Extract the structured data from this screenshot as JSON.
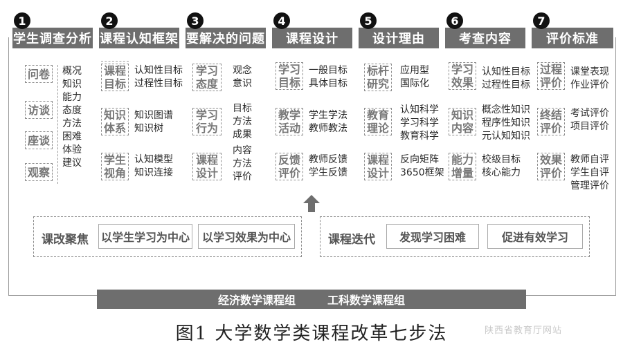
{
  "steps": [
    {
      "num": "1",
      "title": "学生调查分析"
    },
    {
      "num": "2",
      "title": "课程认知框架"
    },
    {
      "num": "3",
      "title": "要解决的问题"
    },
    {
      "num": "4",
      "title": "课程设计"
    },
    {
      "num": "5",
      "title": "设计理由"
    },
    {
      "num": "6",
      "title": "考查内容"
    },
    {
      "num": "7",
      "title": "评价标准"
    }
  ],
  "col1": {
    "boxes": [
      "问卷",
      "访谈",
      "座谈",
      "观察"
    ],
    "items": [
      "概况",
      "知识",
      "能力",
      "态度",
      "方法",
      "困难",
      "体验",
      "建议"
    ]
  },
  "col2": [
    {
      "box": "课程\n目标",
      "lines": [
        "认知性目标",
        "过程性目标"
      ]
    },
    {
      "box": "知识\n体系",
      "lines": [
        "知识图谱",
        "知识树"
      ]
    },
    {
      "box": "学生\n视角",
      "lines": [
        "认知模型",
        "知识连接"
      ]
    }
  ],
  "col3": [
    {
      "box": "学习\n态度",
      "lines": [
        "观念",
        "意识"
      ]
    },
    {
      "box": "学习\n行为",
      "lines": [
        "目标",
        "方法",
        "成果"
      ]
    },
    {
      "box": "课程\n设计",
      "lines": [
        "内容",
        "方法",
        "评价"
      ]
    }
  ],
  "col4": [
    {
      "box": "学习\n目标",
      "lines": [
        "一般目标",
        "具体目标"
      ]
    },
    {
      "box": "教学\n活动",
      "lines": [
        "学生学法",
        "教师教法"
      ]
    },
    {
      "box": "反馈\n评价",
      "lines": [
        "教师反馈",
        "学生反馈"
      ]
    }
  ],
  "col5": [
    {
      "box": "标杆\n研究",
      "lines": [
        "应用型",
        "国际化"
      ]
    },
    {
      "box": "教育\n理论",
      "lines": [
        "认知科学",
        "学习科学",
        "教育科学"
      ]
    },
    {
      "box": "课程\n设计",
      "lines": [
        "反向矩阵",
        "3650框架"
      ]
    }
  ],
  "col6": [
    {
      "box": "学习\n效果",
      "lines": [
        "认知性目标",
        "过程性目标"
      ]
    },
    {
      "box": "知识\n内容",
      "lines": [
        "概念性知识",
        "程序性知识",
        "元认知知识"
      ]
    },
    {
      "box": "能力\n增量",
      "lines": [
        "校级目标",
        "核心能力"
      ]
    }
  ],
  "col7": [
    {
      "box": "过程\n评价",
      "lines": [
        "课堂表现",
        "作业评价"
      ]
    },
    {
      "box": "终结\n评价",
      "lines": [
        "考试评价",
        "项目评价"
      ]
    },
    {
      "box": "效果\n评价",
      "lines": [
        "教师自评",
        "学生自评",
        "管理评价"
      ]
    }
  ],
  "focus": {
    "label": "课改聚焦",
    "items": [
      "以学生学习为中心",
      "以学习效果为中心"
    ]
  },
  "iterate": {
    "label": "课程迭代",
    "items": [
      "发现学习困难",
      "促进有效学习"
    ]
  },
  "groups": [
    "经济数学课程组",
    "工科数学课程组"
  ],
  "caption": "图1  大学数学类课程改革七步法",
  "watermark": "陕西省教育厅网站"
}
